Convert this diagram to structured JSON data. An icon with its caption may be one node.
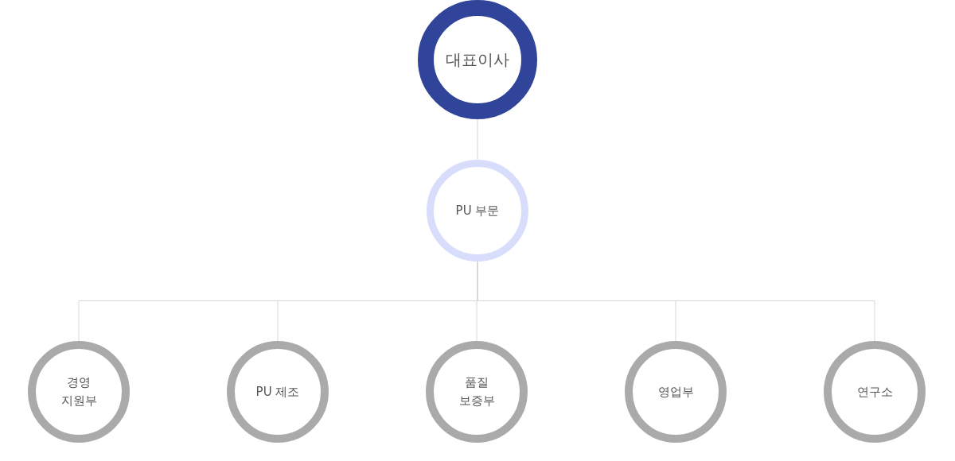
{
  "diagram": {
    "nodes": [
      {
        "text": [
          "대표이사"
        ]
      },
      {
        "text": [
          "PU 부문"
        ]
      },
      {
        "text": [
          "경영 지원부"
        ]
      },
      {
        "text": [
          "PU 제조"
        ]
      },
      {
        "text": [
          "품질 보증부"
        ]
      },
      {
        "text": [
          "영업부"
        ]
      },
      {
        "text": [
          "연구소"
        ]
      }
    ],
    "edges": [
      {
        "from": 0,
        "to": 1,
        "arrow": "none"
      },
      {
        "from": 1,
        "to": 2,
        "arrow": "none"
      },
      {
        "from": 1,
        "to": 3,
        "arrow": "none"
      },
      {
        "from": 1,
        "to": 4,
        "arrow": "none"
      },
      {
        "from": 1,
        "to": 5,
        "arrow": "none"
      },
      {
        "from": 1,
        "to": 6,
        "arrow": "none"
      }
    ]
  }
}
